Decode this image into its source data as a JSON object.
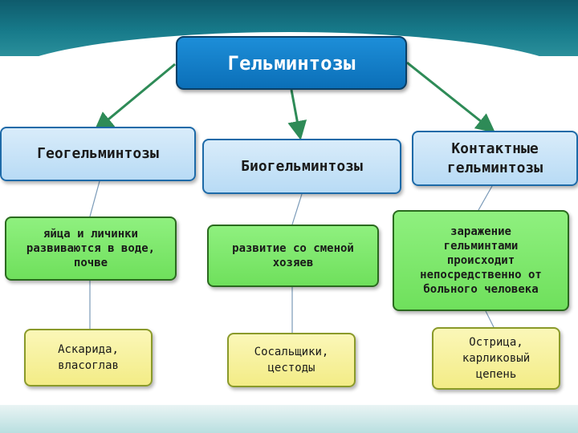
{
  "root": {
    "label": "Гельминтозы"
  },
  "columns": [
    {
      "category": "Геогельминтозы",
      "description": "яйца и личинки\nразвиваются в воде,\nпочве",
      "examples": "Аскарида,\nвласоглав"
    },
    {
      "category": "Биогельминтозы",
      "description": "развитие со сменой\nхозяев",
      "examples": "Сосальщики,\nцестоды"
    },
    {
      "category": "Контактные\nгельминтозы",
      "description": "заражение\nгельминтами\nпроисходит\nнепосредственно от\nбольного человека",
      "examples": "Острица,\nкарликовый\nцепень"
    }
  ],
  "colors": {
    "banner": "#177a8a",
    "root_box": "#0b6fb8",
    "category_box": "#c9e4f8",
    "description_box": "#7fe86d",
    "example_box": "#f6f0a0",
    "arrow": "#2e8b57",
    "connector": "#7a9ab8"
  }
}
